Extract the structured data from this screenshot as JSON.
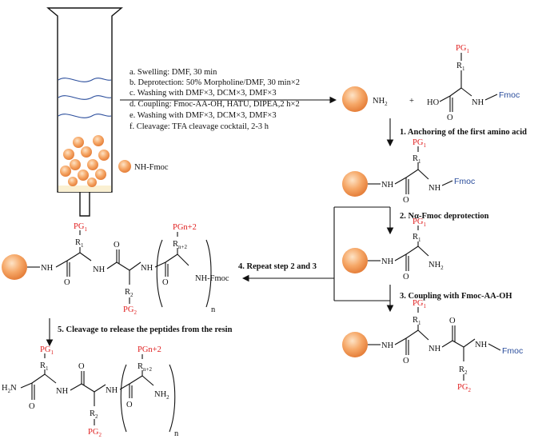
{
  "colors": {
    "protecting_group": "#e02020",
    "fmoc": "#2a4d9c",
    "resin": "#f4a05a"
  },
  "conditions": [
    "a. Swelling: DMF, 30 min",
    "b. Deprotection: 50% Morpholine/DMF, 30 min×2",
    "c. Washing with DMF×3, DCM×3, DMF×3",
    "d. Coupling: Fmoc-AA-OH, HATU, DIPEA,2 h×2",
    "e. Washing with DMF×3, DCM×3, DMF×3",
    "f. Cleavage:  TFA cleavage cocktail, 2-3 h"
  ],
  "resin_label": "NH-Fmoc",
  "steps": {
    "s1": "1. Anchoring of the first amino acid",
    "s2": "2. Nα-Fmoc deprotection",
    "s3": "3. Coupling with  Fmoc-AA-OH",
    "s4": "4. Repeat step 2 and 3",
    "s5": "5. Cleavage to release the peptides from the resin"
  },
  "chem": {
    "nh2": "NH",
    "sub2": "2",
    "plus": "+",
    "ho": "HO",
    "o": "O",
    "nh": "NH",
    "fmoc": "Fmoc",
    "pg": "PG",
    "r": "R",
    "n1": "1",
    "n2": "2",
    "pgn2": "PGn+2",
    "rn2": "n+2",
    "nhfmoc": "NH-Fmoc",
    "n": "n",
    "h2n": "H",
    "nnh": "N"
  }
}
